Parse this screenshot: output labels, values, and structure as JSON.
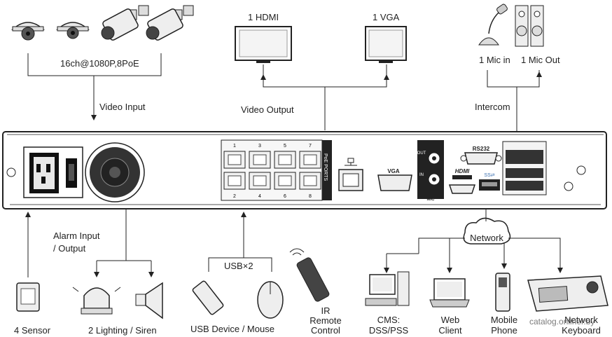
{
  "labels": {
    "cameras": "16ch@1080P,8PoE",
    "video_input": "Video Input",
    "hdmi": "1 HDMI",
    "vga": "1 VGA",
    "video_output": "Video Output",
    "mic_in": "1 Mic in",
    "mic_out": "1 Mic Out",
    "intercom": "Intercom",
    "alarm_line1": "Alarm Input",
    "alarm_line2": "/ Output",
    "sensor": "4 Sensor",
    "lighting": "2 Lighting / Siren",
    "usb_count": "USB×2",
    "usb_devices": "USB Device / Mouse",
    "ir_line1": "IR",
    "ir_line2": "Remote",
    "ir_line3": "Control",
    "network": "Network",
    "cms_line1": "CMS:",
    "cms_line2": "DSS/PSS",
    "web_line1": "Web",
    "web_line2": "Client",
    "mobile_line1": "Mobile",
    "mobile_line2": "Phone",
    "kbd_line1": "Network",
    "kbd_line2": "Keyboard"
  },
  "panel": {
    "poe_ports": "PoE PORTS",
    "port_top": [
      "1",
      "3",
      "5",
      "7"
    ],
    "port_bottom": [
      "2",
      "4",
      "6",
      "8"
    ],
    "vga_port": "VGA",
    "rs232": "RS232",
    "hdmi_port": "HDMI",
    "usb_port": "SS⇄",
    "audio_out": "OUT",
    "audio_in": "IN",
    "mic": "MIC"
  },
  "watermark": "catalog.onliner.by",
  "colors": {
    "line": "#222222",
    "panel": "#333333",
    "port": "#f2f2f2"
  }
}
